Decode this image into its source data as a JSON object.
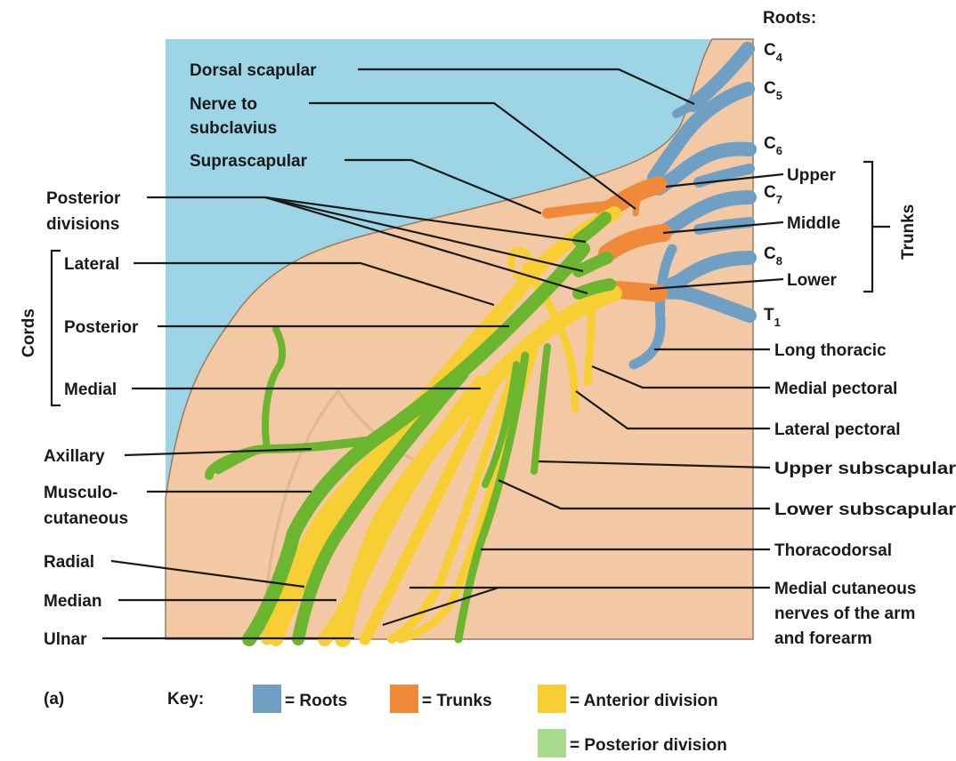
{
  "colors": {
    "background_blue": "#9dd5e6",
    "tissue": "#f2c9a4",
    "tissue_edge": "#9b7a5c",
    "roots": "#6fa0c4",
    "trunks": "#f08a3a",
    "anterior": "#f7cf35",
    "posterior": "#6cb52f"
  },
  "header": {
    "roots_title": "Roots:"
  },
  "roots": [
    {
      "letter": "C",
      "sub": "4"
    },
    {
      "letter": "C",
      "sub": "5"
    },
    {
      "letter": "C",
      "sub": "6"
    },
    {
      "letter": "C",
      "sub": "7"
    },
    {
      "letter": "C",
      "sub": "8"
    },
    {
      "letter": "T",
      "sub": "1"
    }
  ],
  "trunks": {
    "group": "Trunks",
    "upper": "Upper",
    "middle": "Middle",
    "lower": "Lower"
  },
  "cords": {
    "group": "Cords",
    "lateral": "Lateral",
    "posterior": "Posterior",
    "medial": "Medial"
  },
  "left_labels": {
    "dorsal_scapular": "Dorsal scapular",
    "nerve_to_1": "Nerve to",
    "nerve_to_2": "subclavius",
    "suprascapular": "Suprascapular",
    "posterior_divisions_1": "Posterior",
    "posterior_divisions_2": "divisions",
    "axillary": "Axillary",
    "musculo_1": "Musculo-",
    "musculo_2": "cutaneous",
    "radial": "Radial",
    "median": "Median",
    "ulnar": "Ulnar"
  },
  "right_labels": {
    "long_thoracic": "Long thoracic",
    "medial_pectoral": "Medial pectoral",
    "lateral_pectoral": "Lateral pectoral",
    "upper_subscapular": "Upper subscapular",
    "lower_subscapular": "Lower subscapular",
    "thoracodorsal": "Thoracodorsal",
    "medial_cut_1": "Medial cutaneous",
    "medial_cut_2": "nerves of the arm",
    "medial_cut_3": "and forearm"
  },
  "panel": "(a)",
  "key": {
    "title": "Key:",
    "roots": "= Roots",
    "trunks": "= Trunks",
    "anterior": "= Anterior division",
    "posterior": "= Posterior division"
  }
}
